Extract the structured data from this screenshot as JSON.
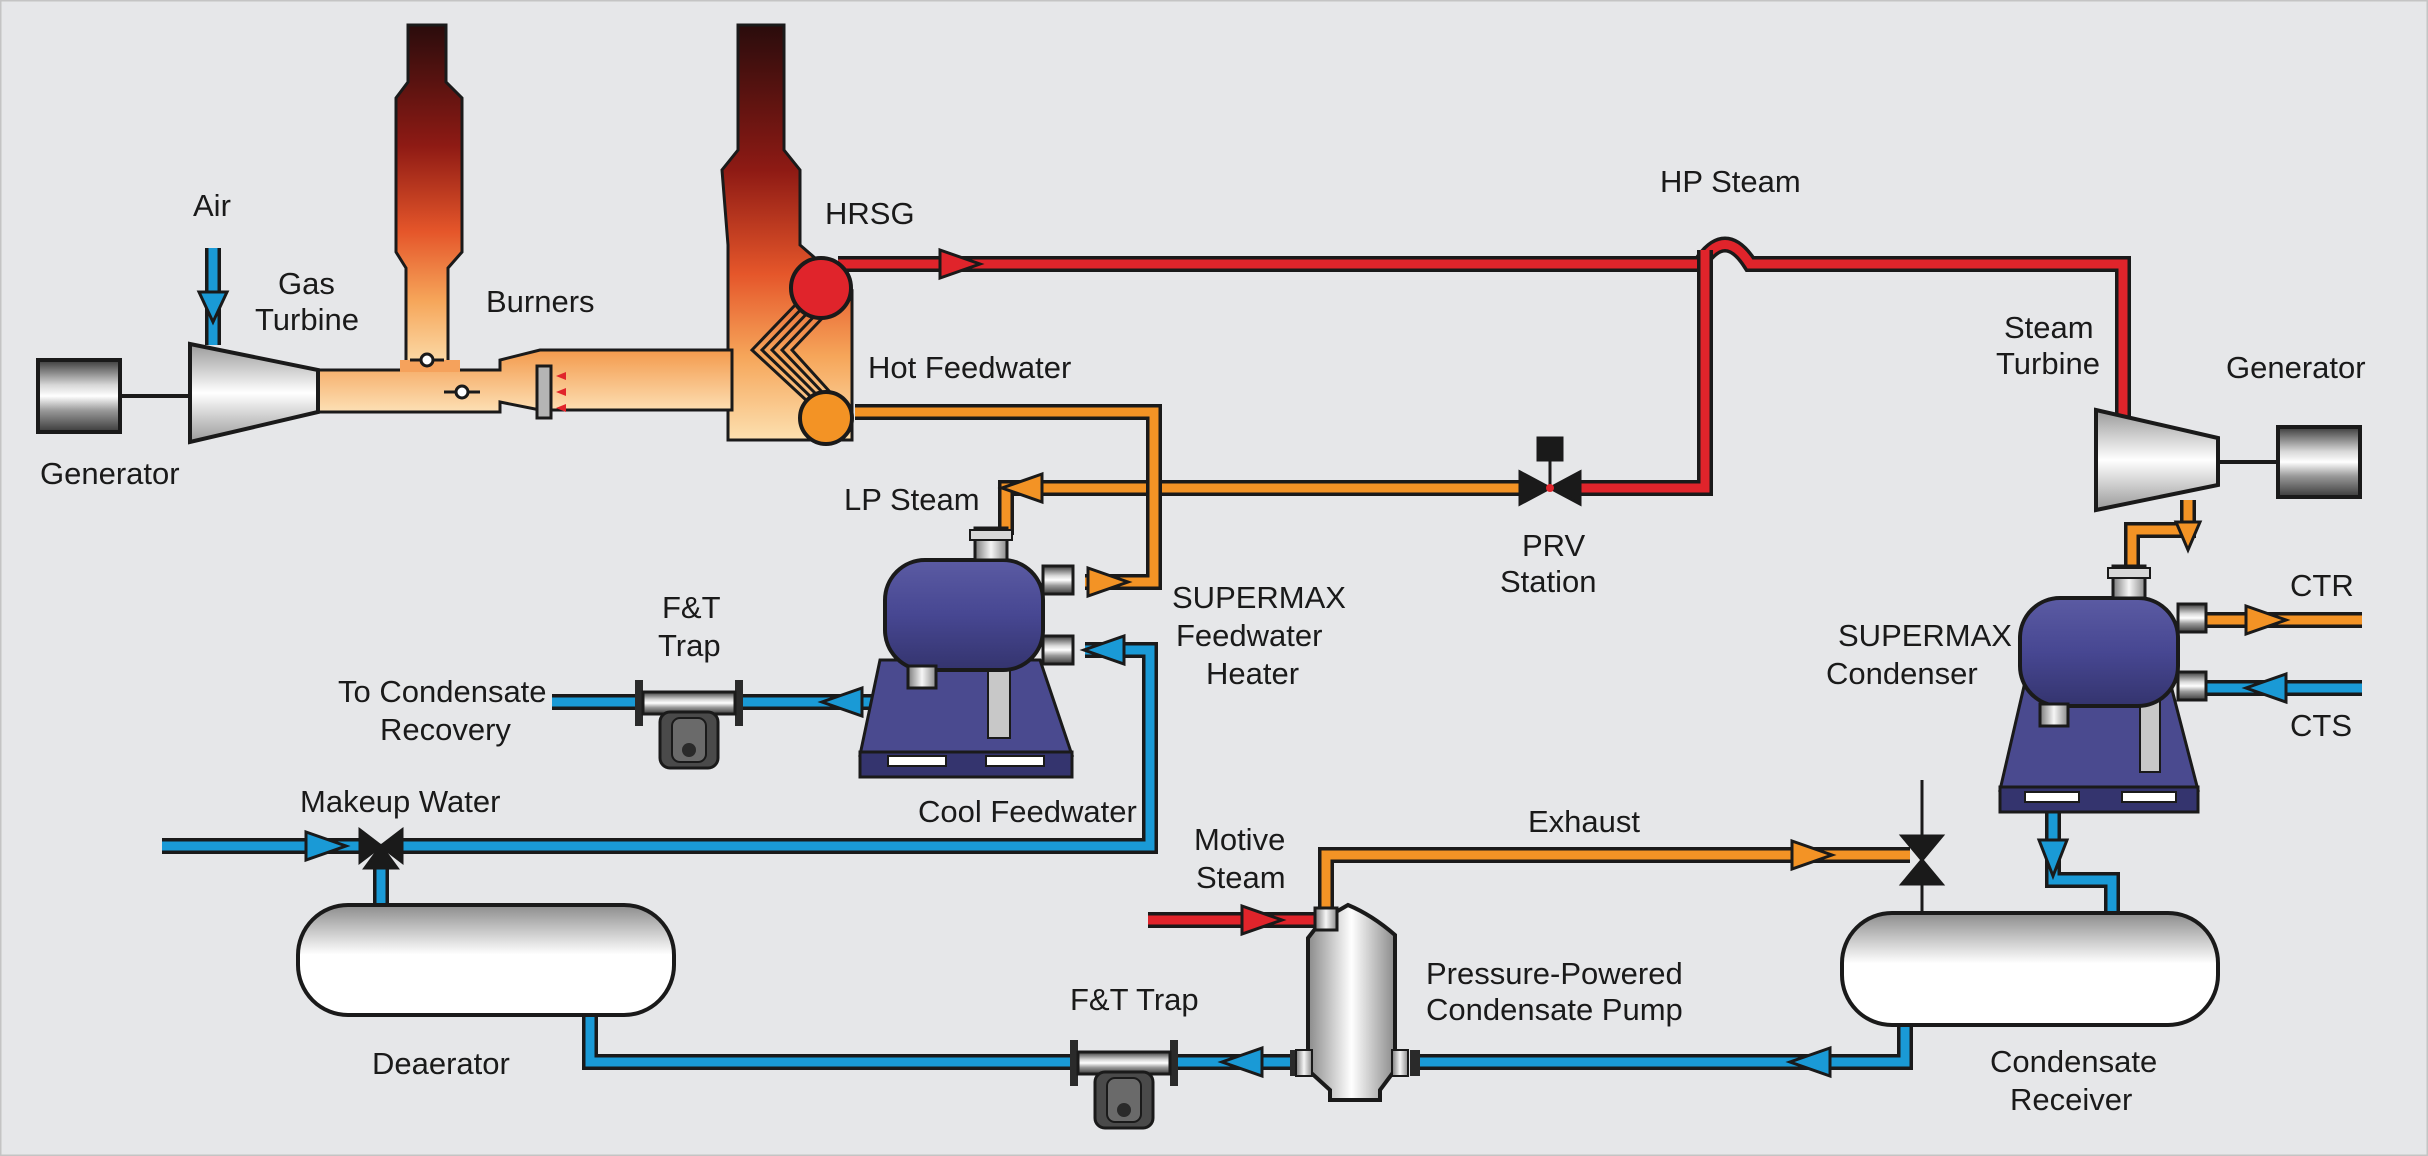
{
  "labels": {
    "air": "Air",
    "gas_turbine_1": "Gas",
    "gas_turbine_2": "Turbine",
    "burners": "Burners",
    "hrsg": "HRSG",
    "hot_feedwater": "Hot Feedwater",
    "generator_left": "Generator",
    "hp_steam": "HP Steam",
    "steam_turbine_1": "Steam",
    "steam_turbine_2": "Turbine",
    "generator_right": "Generator",
    "lp_steam": "LP Steam",
    "prv_1": "PRV",
    "prv_2": "Station",
    "supermax_heater_1": "SUPERMAX",
    "supermax_heater_2": "Feedwater",
    "supermax_heater_3": "Heater",
    "ft_trap_upper_1": "F&T",
    "ft_trap_upper_2": "Trap",
    "to_condensate_1": "To Condensate",
    "to_condensate_2": "Recovery",
    "ctr": "CTR",
    "cts": "CTS",
    "supermax_condenser_1": "SUPERMAX",
    "supermax_condenser_2": "Condenser",
    "makeup_water": "Makeup Water",
    "cool_feedwater": "Cool Feedwater",
    "motive_steam_1": "Motive",
    "motive_steam_2": "Steam",
    "exhaust": "Exhaust",
    "deaerator": "Deaerator",
    "ft_trap_lower": "F&T Trap",
    "ppcp_1": "Pressure-Powered",
    "ppcp_2": "Condensate Pump",
    "condensate_receiver_1": "Condensate",
    "condensate_receiver_2": "Receiver"
  },
  "colors": {
    "hp_steam": "#e0242b",
    "lp_steam": "#f39325",
    "water": "#1a9ad6",
    "equipment": "#4a4a8f",
    "background": "#e6e7e9"
  }
}
